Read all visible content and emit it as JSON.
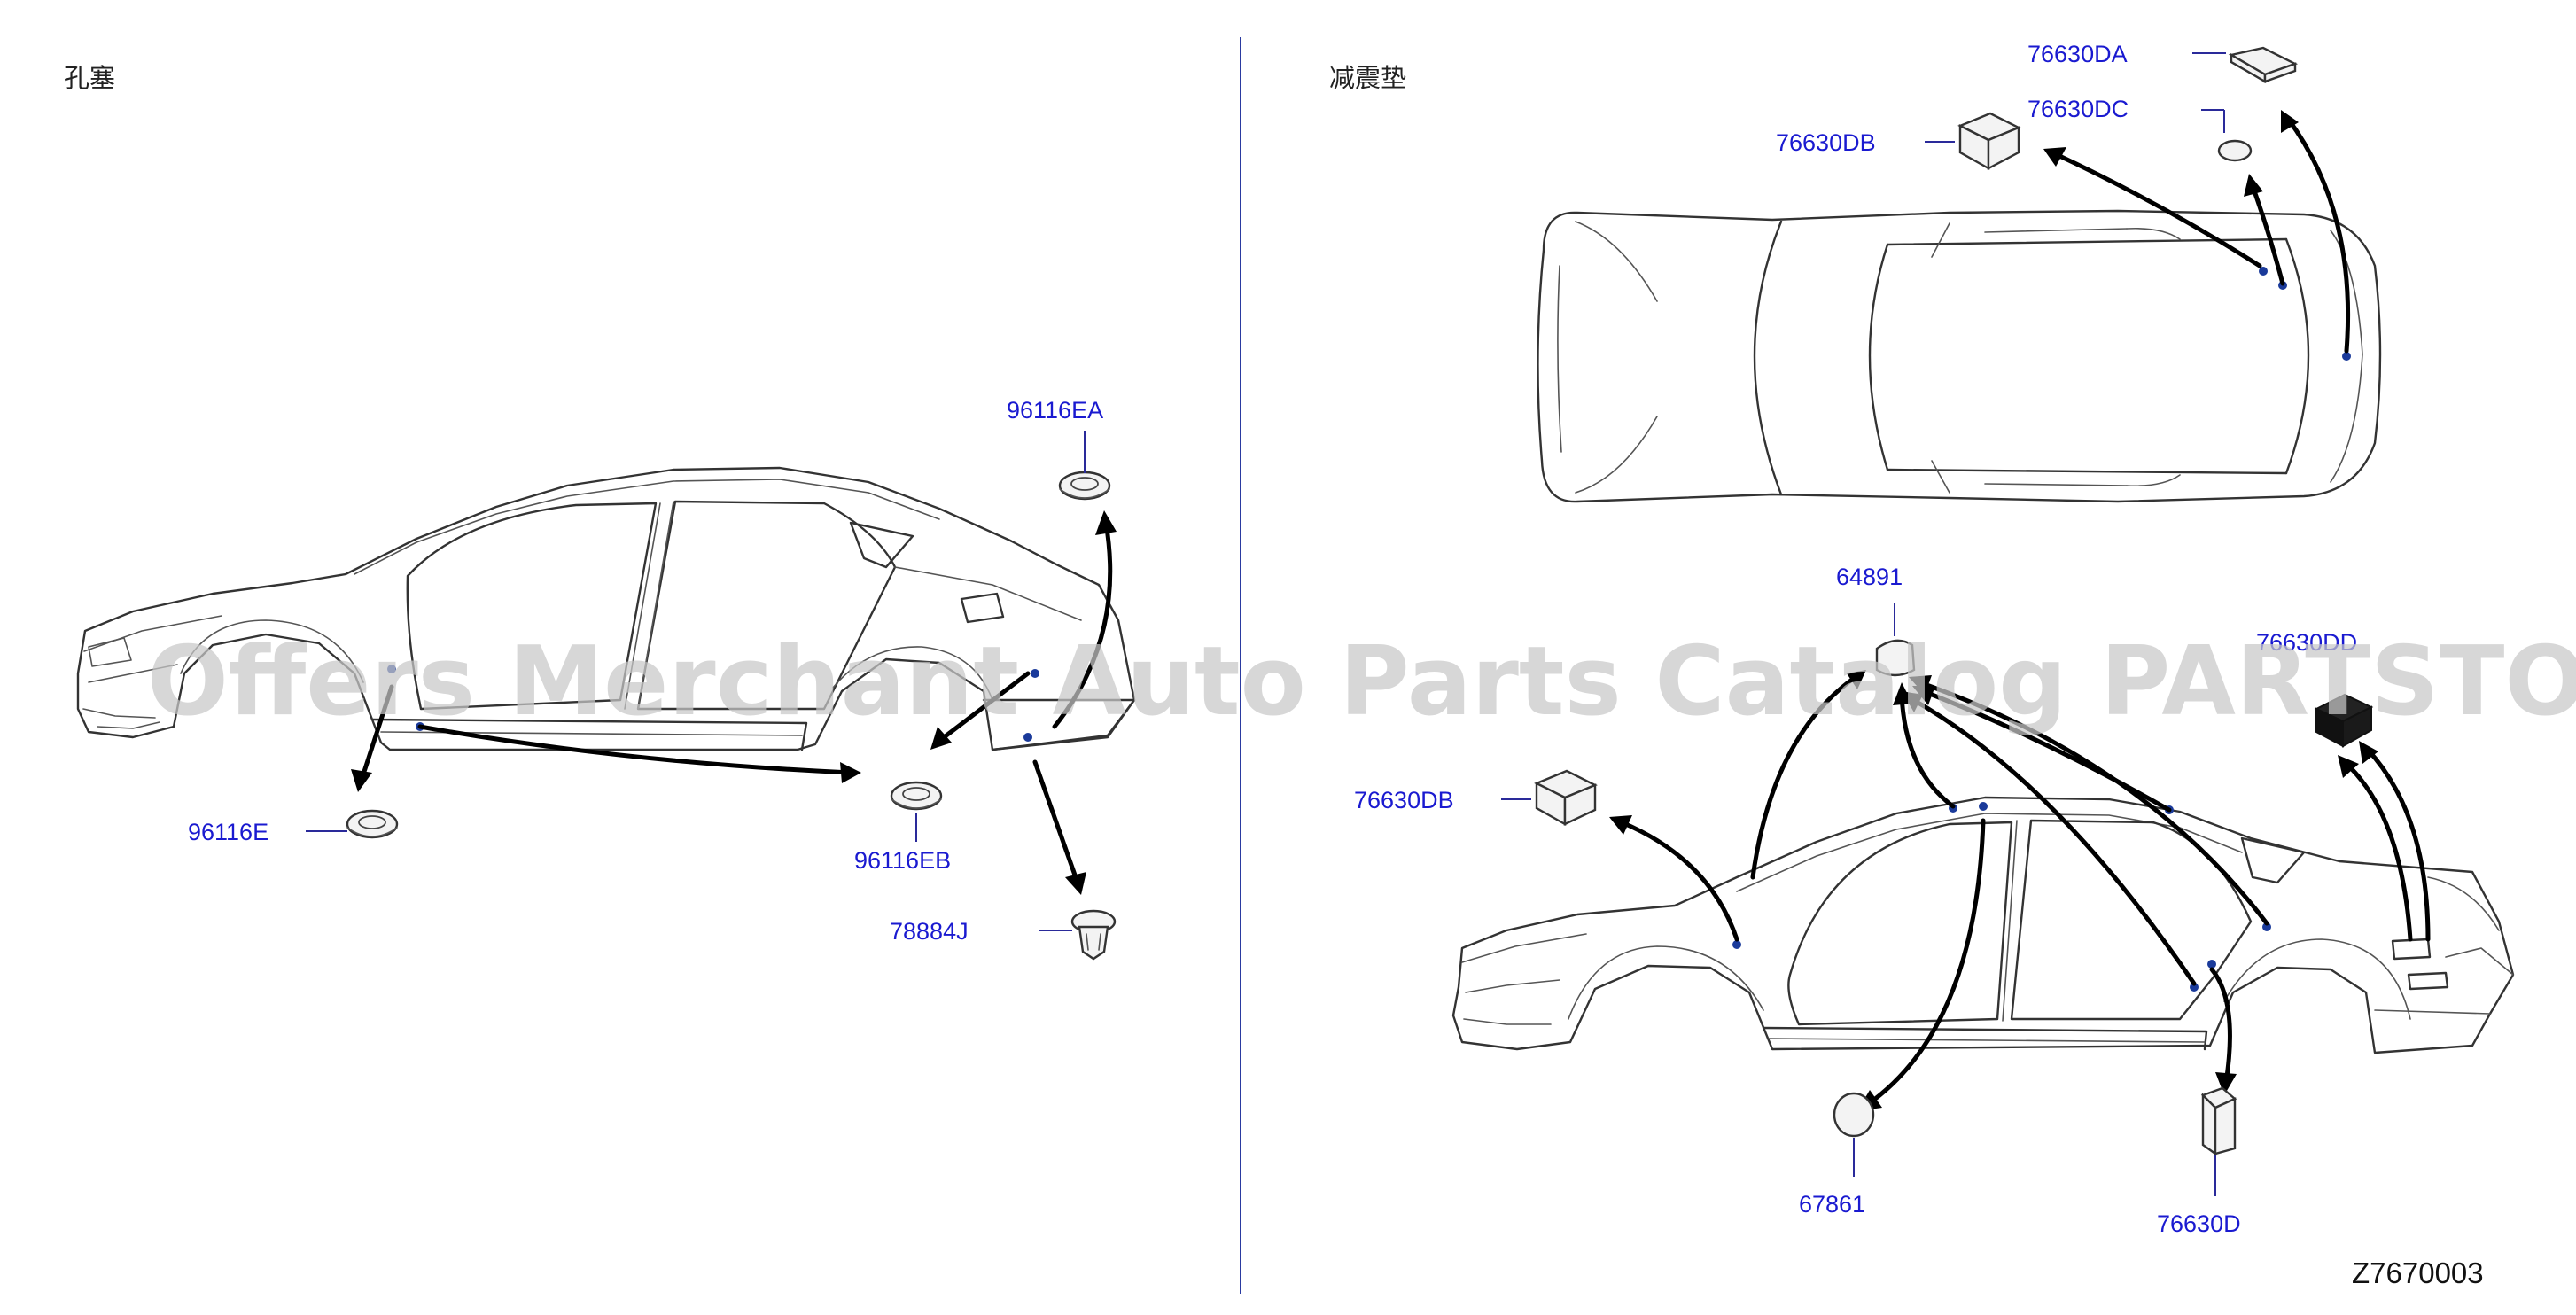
{
  "panels": {
    "left_title": "孔塞",
    "right_title": "减震垫"
  },
  "colors": {
    "label": "#1a1ad0",
    "divider": "#2a3aa0",
    "watermark": "#c8c8c8"
  },
  "watermark": "Offers Merchant Auto Parts Catalog PARTSTORE.SA",
  "diagram_code": "Z7670003",
  "parts": {
    "p96116EA": "96116EA",
    "p96116E": "96116E",
    "p96116EB": "96116EB",
    "p78884J": "78884J",
    "p76630DA": "76630DA",
    "p76630DC": "76630DC",
    "p76630DB_top": "76630DB",
    "p64891": "64891",
    "p76630DD": "76630DD",
    "p76630DB_side": "76630DB",
    "p67861": "67861",
    "p76630D": "76630D"
  }
}
